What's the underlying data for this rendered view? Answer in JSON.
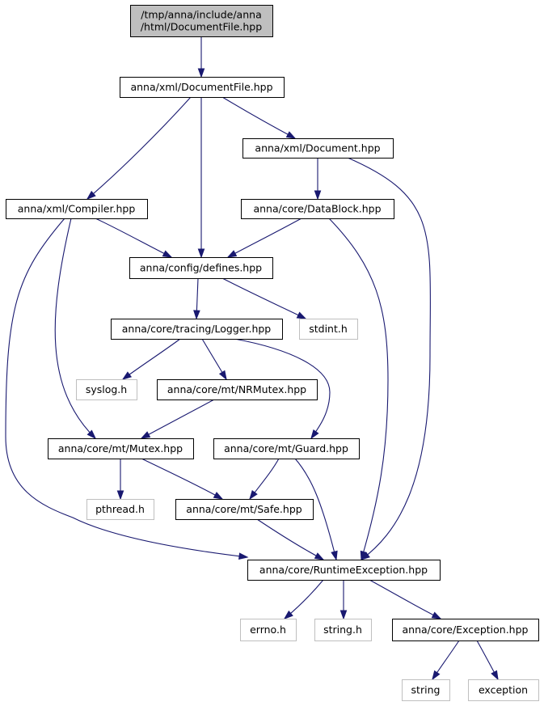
{
  "diagram": {
    "nodes": [
      {
        "id": "root",
        "kind": "root",
        "lines": [
          "/tmp/anna/include/anna",
          "/html/DocumentFile.hpp"
        ]
      },
      {
        "id": "xml_documentfile",
        "kind": "main",
        "lines": [
          "anna/xml/DocumentFile.hpp"
        ]
      },
      {
        "id": "xml_document",
        "kind": "main",
        "lines": [
          "anna/xml/Document.hpp"
        ]
      },
      {
        "id": "xml_compiler",
        "kind": "main",
        "lines": [
          "anna/xml/Compiler.hpp"
        ]
      },
      {
        "id": "core_datablock",
        "kind": "main",
        "lines": [
          "anna/core/DataBlock.hpp"
        ]
      },
      {
        "id": "config_defines",
        "kind": "main",
        "lines": [
          "anna/config/defines.hpp"
        ]
      },
      {
        "id": "core_logger",
        "kind": "main",
        "lines": [
          "anna/core/tracing/Logger.hpp"
        ]
      },
      {
        "id": "stdint",
        "kind": "ext",
        "lines": [
          "stdint.h"
        ]
      },
      {
        "id": "syslog",
        "kind": "ext",
        "lines": [
          "syslog.h"
        ]
      },
      {
        "id": "mt_nrmutex",
        "kind": "main",
        "lines": [
          "anna/core/mt/NRMutex.hpp"
        ]
      },
      {
        "id": "mt_mutex",
        "kind": "main",
        "lines": [
          "anna/core/mt/Mutex.hpp"
        ]
      },
      {
        "id": "mt_guard",
        "kind": "main",
        "lines": [
          "anna/core/mt/Guard.hpp"
        ]
      },
      {
        "id": "pthread",
        "kind": "ext",
        "lines": [
          "pthread.h"
        ]
      },
      {
        "id": "mt_safe",
        "kind": "main",
        "lines": [
          "anna/core/mt/Safe.hpp"
        ]
      },
      {
        "id": "core_runtimeexception",
        "kind": "main",
        "lines": [
          "anna/core/RuntimeException.hpp"
        ]
      },
      {
        "id": "errno",
        "kind": "ext",
        "lines": [
          "errno.h"
        ]
      },
      {
        "id": "string_h",
        "kind": "ext",
        "lines": [
          "string.h"
        ]
      },
      {
        "id": "core_exception",
        "kind": "main",
        "lines": [
          "anna/core/Exception.hpp"
        ]
      },
      {
        "id": "string",
        "kind": "ext",
        "lines": [
          "string"
        ]
      },
      {
        "id": "exception",
        "kind": "ext",
        "lines": [
          "exception"
        ]
      }
    ],
    "edges": [
      [
        "root",
        "xml_documentfile"
      ],
      [
        "xml_documentfile",
        "xml_compiler"
      ],
      [
        "xml_documentfile",
        "config_defines"
      ],
      [
        "xml_documentfile",
        "xml_document"
      ],
      [
        "xml_document",
        "core_datablock"
      ],
      [
        "xml_document",
        "core_runtimeexception"
      ],
      [
        "xml_compiler",
        "config_defines"
      ],
      [
        "xml_compiler",
        "mt_mutex"
      ],
      [
        "xml_compiler",
        "core_runtimeexception"
      ],
      [
        "core_datablock",
        "config_defines"
      ],
      [
        "core_datablock",
        "core_runtimeexception"
      ],
      [
        "config_defines",
        "core_logger"
      ],
      [
        "config_defines",
        "stdint"
      ],
      [
        "core_logger",
        "syslog"
      ],
      [
        "core_logger",
        "mt_nrmutex"
      ],
      [
        "core_logger",
        "mt_guard"
      ],
      [
        "mt_nrmutex",
        "mt_mutex"
      ],
      [
        "mt_mutex",
        "pthread"
      ],
      [
        "mt_mutex",
        "mt_safe"
      ],
      [
        "mt_guard",
        "mt_safe"
      ],
      [
        "mt_guard",
        "core_runtimeexception"
      ],
      [
        "mt_safe",
        "core_runtimeexception"
      ],
      [
        "core_runtimeexception",
        "errno"
      ],
      [
        "core_runtimeexception",
        "string_h"
      ],
      [
        "core_runtimeexception",
        "core_exception"
      ],
      [
        "core_exception",
        "string"
      ],
      [
        "core_exception",
        "exception"
      ]
    ]
  }
}
